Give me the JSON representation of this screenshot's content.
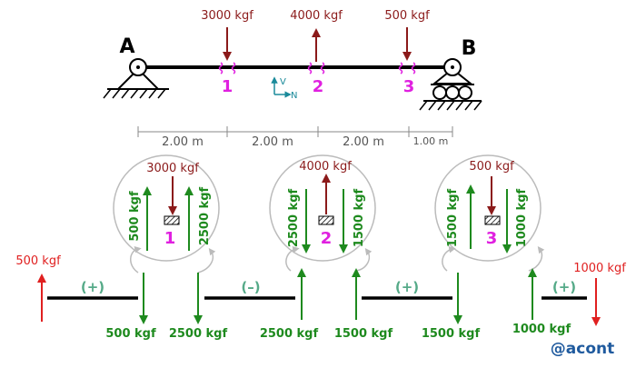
{
  "beam": {
    "support_a": "A",
    "support_b": "B",
    "loads": [
      "3000 kgf",
      "4000 kgf",
      "500 kgf"
    ],
    "sections": [
      "1",
      "2",
      "3"
    ],
    "axis": {
      "v": "V",
      "n": "N"
    },
    "spans": [
      "2.00 m",
      "2.00 m",
      "2.00 m",
      "1.00 m"
    ]
  },
  "details": [
    {
      "load": "3000 kgf",
      "left": "500 kgf",
      "right": "2500 kgf",
      "section": "1"
    },
    {
      "load": "4000 kgf",
      "left": "2500 kgf",
      "right": "1500 kgf",
      "section": "2"
    },
    {
      "load": "500 kgf",
      "left": "1500 kgf",
      "right": "1000 kgf",
      "section": "3"
    }
  ],
  "segments": [
    {
      "sign": "(+)",
      "left": "500 kgf",
      "right": "500 kgf"
    },
    {
      "sign": "(–)",
      "left": "2500 kgf",
      "right": "2500 kgf"
    },
    {
      "sign": "(+)",
      "left": "1500 kgf",
      "right": "1500 kgf"
    },
    {
      "sign": "(+)",
      "left": "1000 kgf",
      "right": "1000 kgf"
    }
  ],
  "watermark": "@acont",
  "colors": {
    "load": "#8b1a1a",
    "shear": "#1e8a1e",
    "reaction": "#e02020",
    "section": "#e020e0",
    "axis": "#1a8a9a",
    "dimension": "#777777",
    "watermark": "#1f5a9e"
  }
}
